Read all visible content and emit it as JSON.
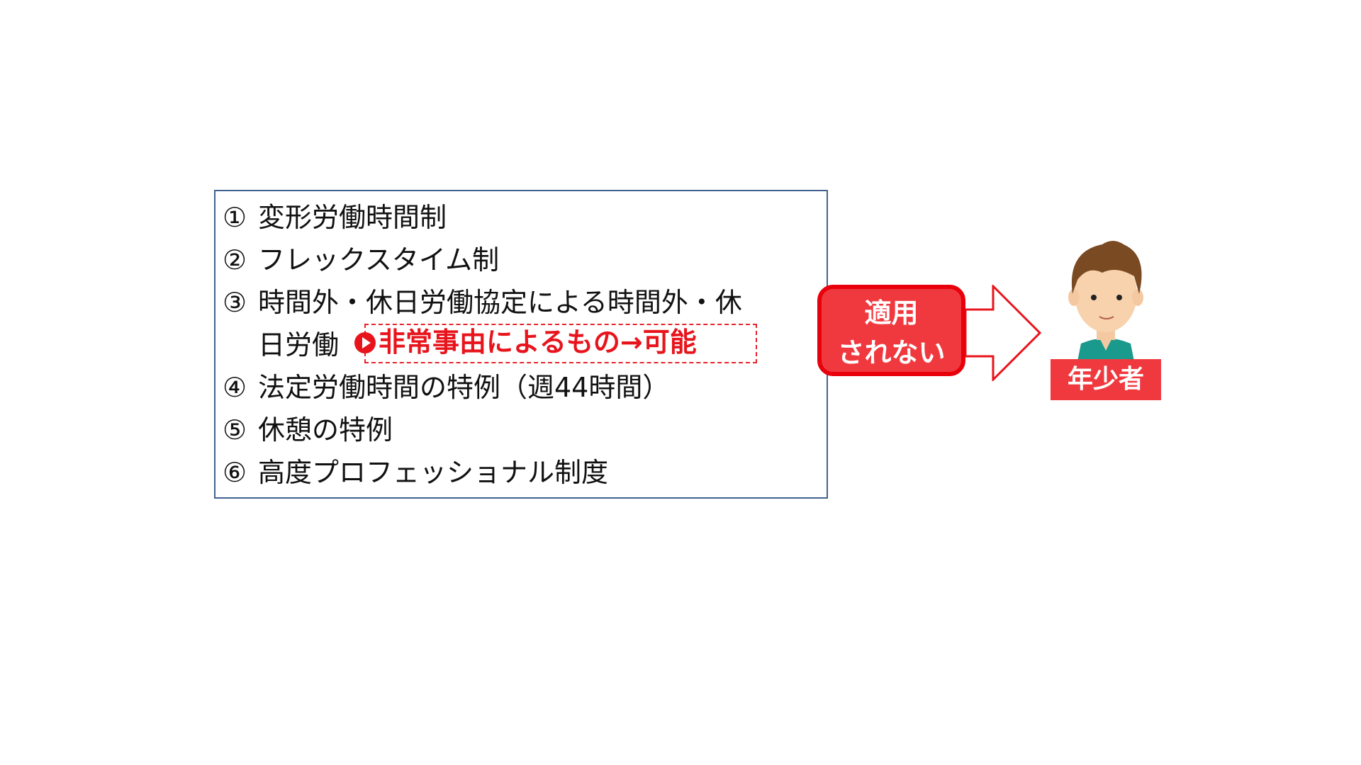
{
  "list": {
    "items": [
      {
        "num": "①",
        "text": "変形労働時間制"
      },
      {
        "num": "②",
        "text": "フレックスタイム制"
      },
      {
        "num": "③",
        "text": "時間外・休日労働協定による時間外・休"
      },
      {
        "num": "",
        "text": "日労働"
      },
      {
        "num": "④",
        "text": "法定労働時間の特例（週44時間）"
      },
      {
        "num": "⑤",
        "text": "休憩の特例"
      },
      {
        "num": "⑥",
        "text": "高度プロフェッショナル制度"
      }
    ],
    "note": "非常事由によるもの→可能"
  },
  "badge": {
    "line1": "適用",
    "line2": "されない"
  },
  "person": {
    "label": "年少者"
  },
  "colors": {
    "accent": "#e8141c",
    "border": "#41628f"
  }
}
